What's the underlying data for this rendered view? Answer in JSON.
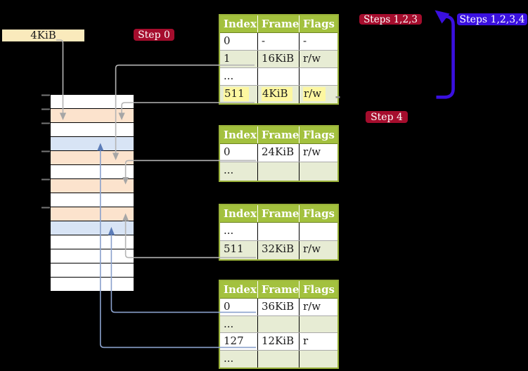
{
  "labels": {
    "frame_label": "4KiB"
  },
  "badges": {
    "step0": "Step 0",
    "steps123": "Steps 1,2,3",
    "steps1234": "Steps 1,2,3,4",
    "step4": "Step 4"
  },
  "tables": [
    {
      "name": "page-table-1",
      "headers": [
        "Index",
        "Frame",
        "Flags"
      ],
      "rows": [
        {
          "cells": [
            "0",
            "-",
            "-"
          ],
          "shaded": false,
          "highlight": false
        },
        {
          "cells": [
            "1",
            "16KiB",
            "r/w"
          ],
          "shaded": true,
          "highlight": false
        },
        {
          "cells": [
            "...",
            "",
            ""
          ],
          "shaded": false,
          "highlight": false
        },
        {
          "cells": [
            "511",
            "4KiB",
            "r/w"
          ],
          "shaded": true,
          "highlight": true
        }
      ]
    },
    {
      "name": "page-table-2",
      "headers": [
        "Index",
        "Frame",
        "Flags"
      ],
      "rows": [
        {
          "cells": [
            "0",
            "24KiB",
            "r/w"
          ],
          "shaded": false,
          "highlight": false
        },
        {
          "cells": [
            "...",
            "",
            ""
          ],
          "shaded": true,
          "highlight": false
        }
      ]
    },
    {
      "name": "page-table-3",
      "headers": [
        "Index",
        "Frame",
        "Flags"
      ],
      "rows": [
        {
          "cells": [
            "...",
            "",
            ""
          ],
          "shaded": false,
          "highlight": false
        },
        {
          "cells": [
            "511",
            "32KiB",
            "r/w"
          ],
          "shaded": true,
          "highlight": false
        }
      ]
    },
    {
      "name": "page-table-4",
      "headers": [
        "Index",
        "Frame",
        "Flags"
      ],
      "rows": [
        {
          "cells": [
            "0",
            "36KiB",
            "r/w"
          ],
          "shaded": false,
          "highlight": false
        },
        {
          "cells": [
            "...",
            "",
            ""
          ],
          "shaded": true,
          "highlight": false
        },
        {
          "cells": [
            "127",
            "12KiB",
            "r"
          ],
          "shaded": false,
          "highlight": false
        },
        {
          "cells": [
            "...",
            "",
            ""
          ],
          "shaded": true,
          "highlight": false
        }
      ]
    }
  ],
  "memory": {
    "rows": [
      "white",
      "peach",
      "white",
      "blue",
      "peach",
      "white",
      "peach",
      "white",
      "peach",
      "blue",
      "white",
      "white",
      "white",
      "white"
    ],
    "ticks": [
      0,
      1,
      2,
      4,
      6,
      8
    ]
  },
  "colors": {
    "background": "#000000",
    "label_cream": "#faeabc",
    "frame_peach": "#fce3cd",
    "frame_blue": "#d8e4f5",
    "table_header_green": "#a3c13e",
    "table_row_green": "#e7ecd4",
    "table_border_green": "#9ab23a",
    "highlight_yellow": "#fdf7a1",
    "badge_red": "#a50d2d",
    "badge_blue": "#3a10e0",
    "connector_gray": "#b4b4b4",
    "connector_blue": "#8aa1cc"
  }
}
